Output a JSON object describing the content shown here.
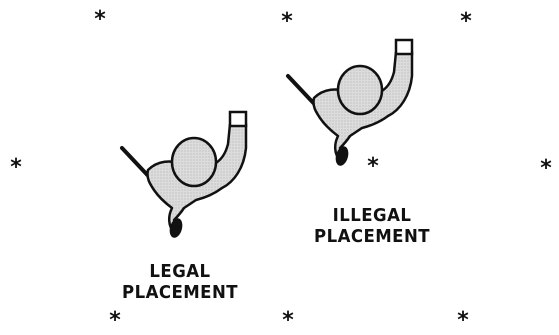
{
  "diagram": {
    "marker_symbol": "*",
    "legal_label": [
      "LEGAL",
      "PLACEMENT"
    ],
    "illegal_label": [
      "ILLEGAL",
      "PLACEMENT"
    ]
  },
  "colors": {
    "ink": "#111111",
    "figure_fill": "#d9d9d9",
    "background": "#ffffff"
  },
  "icons": {
    "figure": "figure-with-wand-icon",
    "marker": "asterisk-icon"
  }
}
